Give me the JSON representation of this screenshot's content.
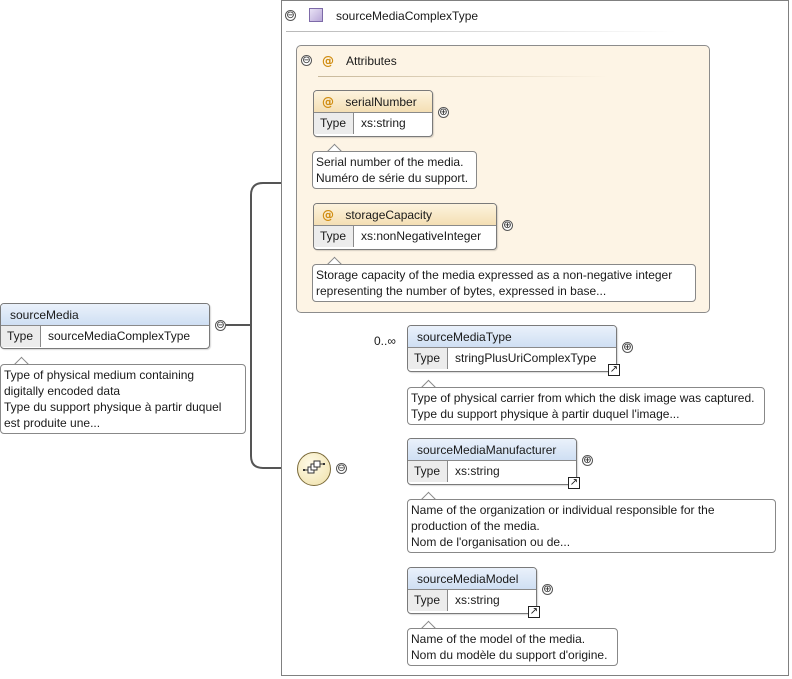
{
  "root": {
    "name": "sourceMedia",
    "type_label": "Type",
    "type_value": "sourceMediaComplexType",
    "doc": [
      "Type of physical medium containing",
      "digitally encoded data",
      "Type du support physique à partir duquel",
      "est produite une..."
    ]
  },
  "complex_type": {
    "name": "sourceMediaComplexType",
    "attributes": {
      "title": "Attributes",
      "items": [
        {
          "name": "serialNumber",
          "type_label": "Type",
          "type_value": "xs:string",
          "doc": [
            "Serial number of the media.",
            "Numéro de série du support."
          ]
        },
        {
          "name": "storageCapacity",
          "type_label": "Type",
          "type_value": "xs:nonNegativeInteger",
          "doc": [
            "Storage capacity of the media expressed as a non-negative integer",
            "representing the number of bytes, expressed in base..."
          ]
        }
      ]
    },
    "sequence": {
      "occurrence": "0..∞",
      "children": [
        {
          "name": "sourceMediaType",
          "type_label": "Type",
          "type_value": "stringPlusUriComplexType",
          "doc": [
            "Type of physical carrier from which the disk image was captured.",
            "Type du support physique à partir duquel l'image..."
          ]
        },
        {
          "name": "sourceMediaManufacturer",
          "type_label": "Type",
          "type_value": "xs:string",
          "doc": [
            "Name of the organization or individual responsible for the",
            "production of the media.",
            "Nom de l'organisation ou de..."
          ]
        },
        {
          "name": "sourceMediaModel",
          "type_label": "Type",
          "type_value": "xs:string",
          "doc": [
            "Name of the model of the media.",
            "Nom du modèle du support d'origine."
          ]
        }
      ]
    }
  },
  "glyphs": {
    "collapse": "⊖",
    "expand": "⊕",
    "attribute": "@",
    "external_link": "↗"
  },
  "colors": {
    "element_header": "#cfdff3",
    "attribute_header": "#f4dfb4",
    "attributes_group_bg": "#fdf4e5",
    "complex_type_icon": "#b9a8d8"
  }
}
